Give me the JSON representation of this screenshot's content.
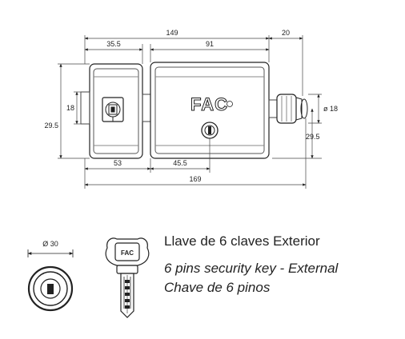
{
  "dimensions": {
    "overall_width": "149",
    "lock_body_width": "91",
    "left_housing_width": "35.5",
    "bolt_projection": "20",
    "total_height": "29.5",
    "cylinder_height": "18",
    "bolt_diameter": "ø 18",
    "bolt_height": "29.5",
    "left_to_keyhole": "53",
    "keyhole_offset": "45.5",
    "bottom_total": "169",
    "rosette_diameter": "Ø 30"
  },
  "brand": {
    "logo_text": "FAC"
  },
  "captions": {
    "spanish": "Llave de 6 claves Exterior",
    "english": "6 pins security key - External",
    "portuguese": "Chave de 6 pinos"
  },
  "key": {
    "bow_logo_text": "FAC"
  }
}
